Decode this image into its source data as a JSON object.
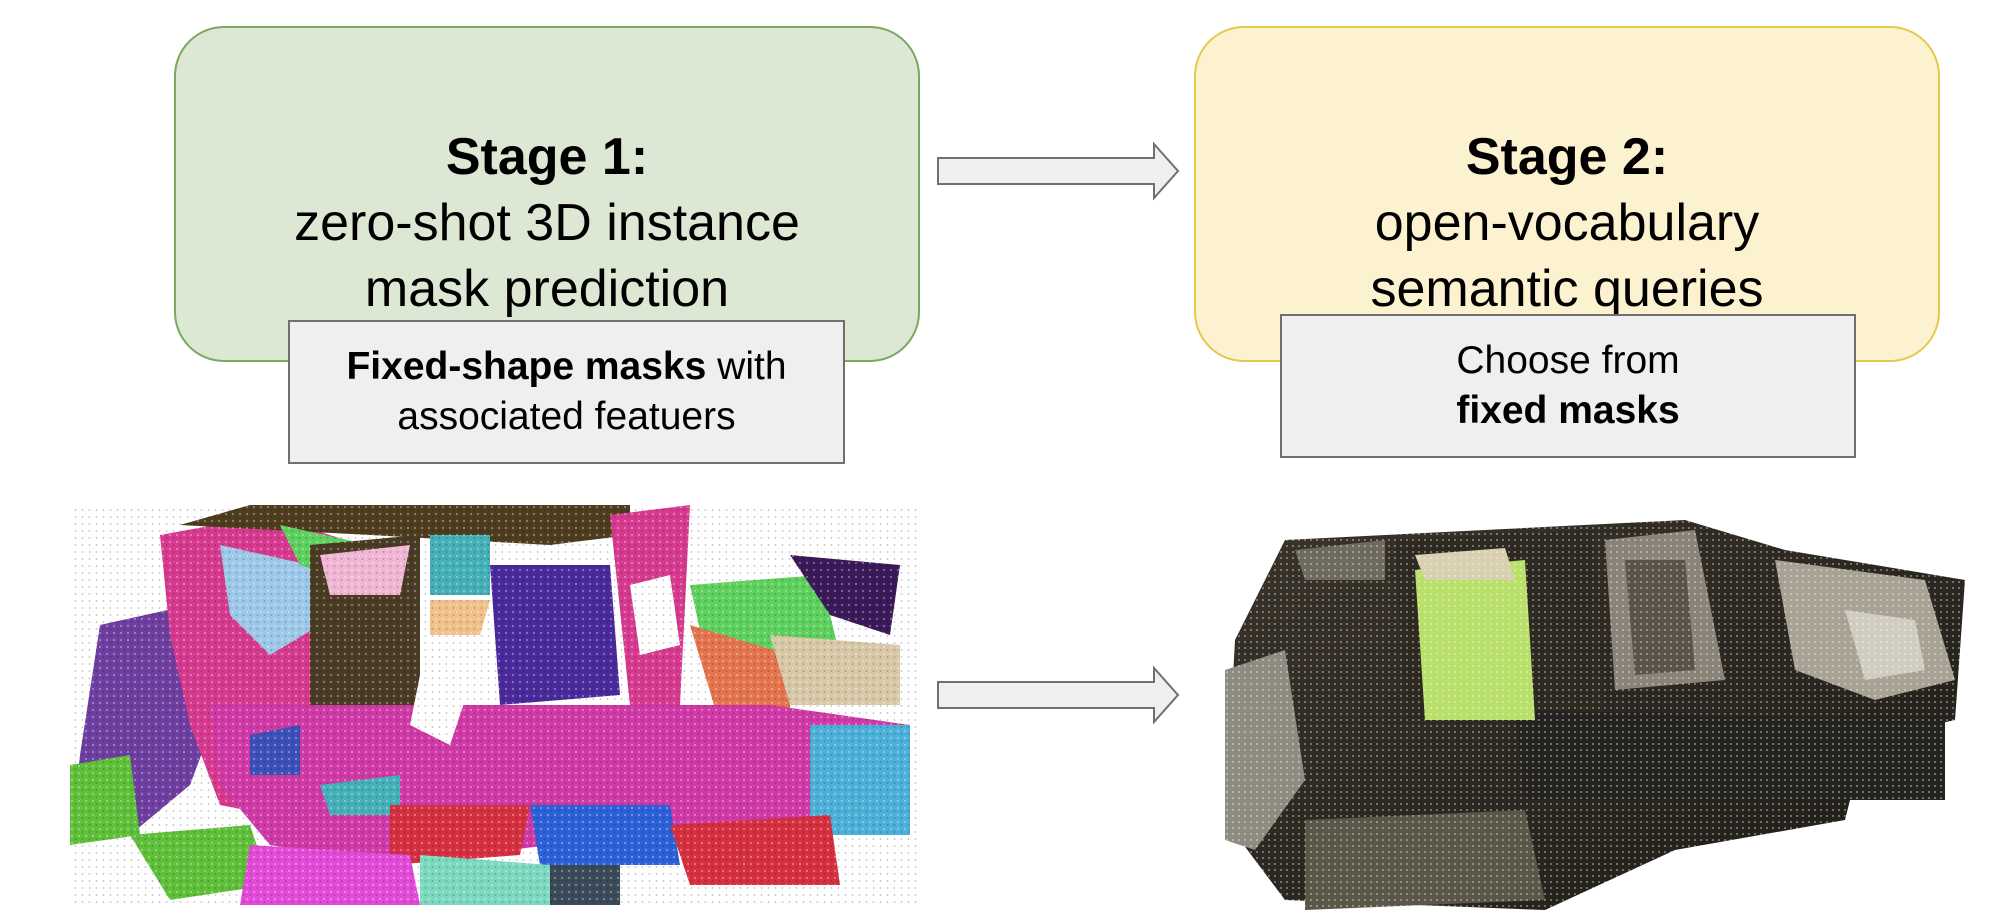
{
  "stage1": {
    "title": "Stage 1:",
    "line1": "zero-shot 3D instance",
    "line2": "mask prediction",
    "note_bold": "Fixed-shape masks",
    "note_rest": " with",
    "note_line2": "associated featuers"
  },
  "stage2": {
    "title": "Stage 2:",
    "line1": "open-vocabulary",
    "line2": "semantic queries",
    "note_line1": "Choose from",
    "note_bold": "fixed masks"
  },
  "colors": {
    "stage1_fill": "#dce8d4",
    "stage1_border": "#79a95e",
    "stage2_fill": "#fdf2cf",
    "stage2_border": "#e6c84e",
    "note_fill": "#efefef",
    "highlight": "#b8e06a"
  },
  "images": {
    "left": "instance-mask-point-cloud",
    "right": "rgb-point-cloud-with-highlighted-bed"
  }
}
